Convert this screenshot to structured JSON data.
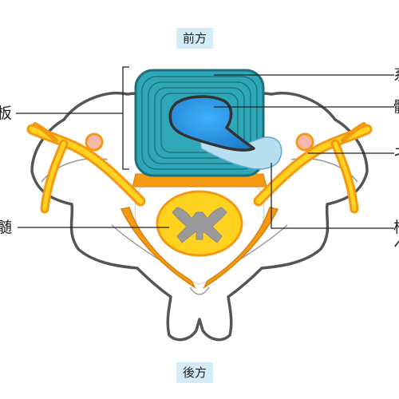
{
  "direction_tags": {
    "front": "前方",
    "back": "後方"
  },
  "labels": {
    "left_plate": "板",
    "left_cord": "髄",
    "right_1": "系",
    "right_2": "髄",
    "right_3": "ネ",
    "right_4a": "核",
    "right_4b": "へ"
  },
  "colors": {
    "disc_outer": "#2ea8b8",
    "nucleus": "#2f8fd8",
    "herniation": "#b8dff0",
    "nerve": "#ffd21f",
    "nerve_outline": "#f39a12",
    "cord_grey_matter": "#9a9a9a",
    "ganglion": "#f7b8aa",
    "bone_outline": "#555555",
    "tag_bg": "#d3ecf7"
  }
}
